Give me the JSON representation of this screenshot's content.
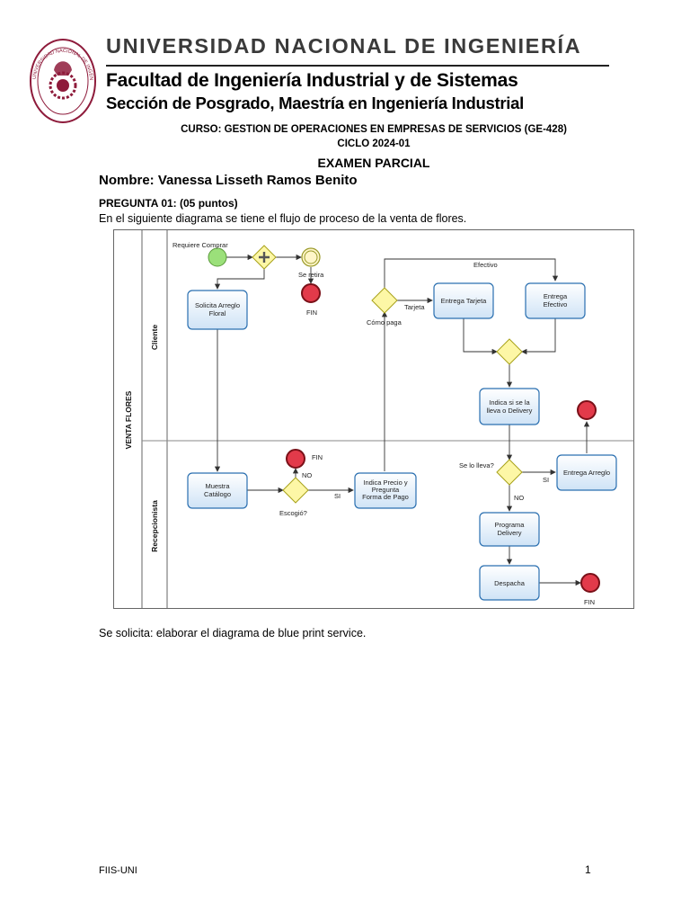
{
  "header": {
    "university": "UNIVERSIDAD NACIONAL DE INGENIERÍA",
    "faculty": "Facultad de Ingeniería Industrial y de Sistemas",
    "section": "Sección de Posgrado, Maestría en Ingeniería Industrial",
    "seal_text": "UNIVERSIDAD NACIONAL DE INGENIERÍA · LIMA 1876 PERÚ"
  },
  "course": {
    "curso": "CURSO: GESTION DE OPERACIONES EN EMPRESAS DE SERVICIOS (GE-428)",
    "ciclo": "CICLO 2024-01",
    "exam": "EXAMEN PARCIAL"
  },
  "student": {
    "name": "Nombre: Vanessa Lisseth Ramos Benito"
  },
  "question": {
    "title": "PREGUNTA 01: (05 puntos)",
    "intro": "En el siguiente diagrama se tiene el flujo de proceso de la venta de flores.",
    "request": "Se solicita: elaborar el diagrama de blue print service."
  },
  "diagram": {
    "pool": "VENTA FLORES",
    "lanes": {
      "client": "Cliente",
      "reception": "Recepcionista"
    },
    "events": {
      "start": "Requiere Comprar",
      "retira": "Se retira",
      "fin": "FIN"
    },
    "tasks": {
      "solicita_1": "Solicita Arreglo",
      "solicita_2": "Floral",
      "tarjeta_task": "Entrega Tarjeta",
      "efectivo_1": "Entrega",
      "efectivo_2": "Efectivo",
      "indica_1": "Indica si se la",
      "indica_2": "lleva o Delivery",
      "muestra_1": "Muestra",
      "muestra_2": "Catálogo",
      "precio_1": "Indica Precio y",
      "precio_2": "Pregunta",
      "precio_3": "Forma de Pago",
      "arreglo": "Entrega Arreglo",
      "programa_1": "Programa",
      "programa_2": "Delivery",
      "despacha": "Despacha"
    },
    "gateways": {
      "como_paga": "Cómo paga",
      "escogio": "Escogió?",
      "se_lo_lleva": "Se lo lleva?"
    },
    "flows": {
      "efectivo": "Efectivo",
      "tarjeta": "Tarjeta",
      "si": "SI",
      "no": "NO"
    }
  },
  "footer": {
    "left": "FIIS-UNI",
    "page": "1"
  },
  "colors": {
    "start_fill": "#9be07a",
    "end_fill": "#e23a4a",
    "gateway_fill": "#fdf7a6",
    "gateway_stroke": "#a8a21a",
    "task_stroke": "#2a6fb0",
    "task_fill_top": "#ffffff",
    "task_fill_bottom": "#cfe3f6",
    "seal_color": "#8e1b3b"
  }
}
